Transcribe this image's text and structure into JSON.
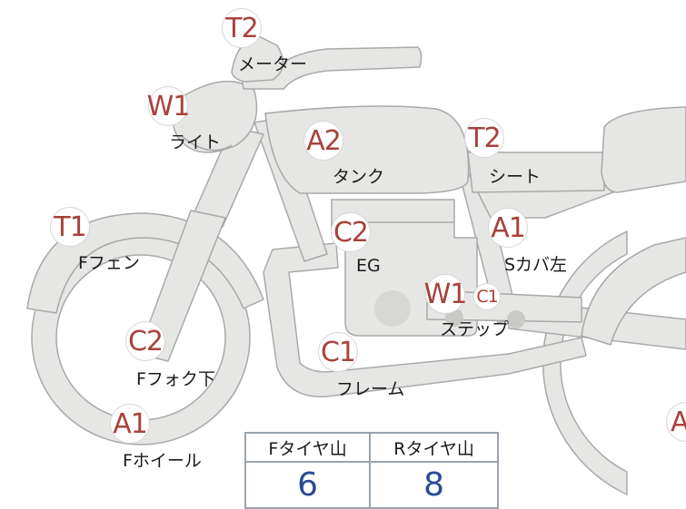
{
  "parts": [
    {
      "id": "meter",
      "code": "T2",
      "label": "メーター"
    },
    {
      "id": "light",
      "code": "W1",
      "label": "ライト"
    },
    {
      "id": "tank",
      "code": "A2",
      "label": "タンク"
    },
    {
      "id": "seat",
      "code": "T2",
      "label": "シート"
    },
    {
      "id": "front-fender",
      "code": "T1",
      "label": "Fフェン"
    },
    {
      "id": "engine",
      "code": "C2",
      "label": "EG"
    },
    {
      "id": "side-cover-left",
      "code": "A1",
      "label": "Sカバ左"
    },
    {
      "id": "step",
      "code": "W1",
      "code2": "C1",
      "label": "ステップ"
    },
    {
      "id": "front-fork-lower",
      "code": "C2",
      "label": "Fフォク下"
    },
    {
      "id": "frame",
      "code": "C1",
      "label": "フレーム"
    },
    {
      "id": "front-wheel",
      "code": "A1",
      "label": "Fホイール"
    },
    {
      "id": "rear-wheel",
      "code": "A"
    }
  ],
  "tires": {
    "headers": [
      "Fタイヤ山",
      "Rタイヤ山"
    ],
    "values": [
      "6",
      "8"
    ]
  },
  "colors": {
    "part_fill": "#e6e6e4",
    "part_stroke": "#a9a9a9",
    "code_text": "#a8423c",
    "value_text": "#2a4a92"
  }
}
